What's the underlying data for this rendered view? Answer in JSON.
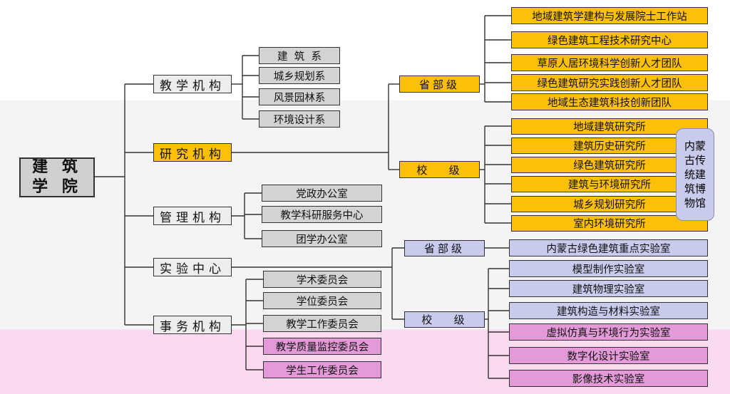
{
  "root": {
    "line1": "建 筑",
    "line2": "学 院"
  },
  "level1": {
    "teaching": "教学机构",
    "research": "研究机构",
    "management": "管理机构",
    "lab_center": "实验中心",
    "affairs": "事务机构"
  },
  "teaching_units": [
    "建  筑  系",
    "城乡规划系",
    "风景园林系",
    "环境设计系"
  ],
  "research": {
    "provincial_label": "省部级",
    "school_label": "校   级",
    "provincial_items": [
      "地域建筑学建构与发展院士工作站",
      "绿色建筑工程技术研究中心",
      "草原人居环境科学创新人才团队",
      "绿色建筑研究实践创新人才团队",
      "地域生态建筑科技创新团队"
    ],
    "school_items": [
      "地域建筑研究所",
      "建筑历史研究所",
      "绿色建筑研究所",
      "建筑与环境研究所",
      "城乡规划研究所",
      "室内环境研究所"
    ],
    "museum": "内蒙古传统建筑博物馆"
  },
  "management_units": [
    "党政办公室",
    "教学科研服务中心",
    "团学办公室"
  ],
  "lab": {
    "provincial_label": "省部级",
    "school_label": "校   级",
    "provincial_items": [
      "内蒙古绿色建筑重点实验室"
    ],
    "school_items": [
      "模型制作实验室",
      "建筑物理实验室",
      "建筑构造与材料实验室",
      "虚拟仿真与环境行为实验室",
      "数字化设计实验室",
      "影像技术实验室"
    ]
  },
  "affairs_units": [
    "学术委员会",
    "学位委员会",
    "教学工作委员会",
    "教学质量监控委员会",
    "学生工作委员会"
  ],
  "colors": {
    "gray": "#d3d3d3",
    "orange": "#fcbf0a",
    "lavender": "#c9cbed",
    "pink": "#e49ad8",
    "band_light": "#f4f4f4",
    "band_pink": "#fbd9f1"
  }
}
